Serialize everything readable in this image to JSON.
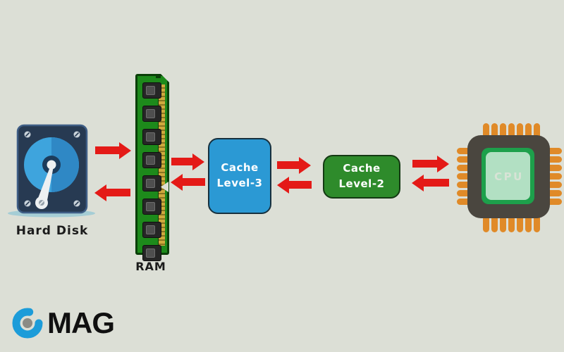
{
  "background": "#dcdfd6",
  "nodes": {
    "hard_disk": {
      "label": "Hard Disk"
    },
    "ram": {
      "label": "RAM"
    },
    "cache_l3": {
      "line1": "Cache",
      "line2": "Level-3",
      "color": "#2b99d4"
    },
    "cache_l2": {
      "line1": "Cache",
      "line2": "Level-2",
      "color": "#2e8b2b"
    },
    "cpu": {
      "label": "CPU"
    }
  },
  "connections": [
    {
      "from": "hard_disk",
      "to": "ram",
      "bidirectional": true
    },
    {
      "from": "ram",
      "to": "cache_l3",
      "bidirectional": true
    },
    {
      "from": "cache_l3",
      "to": "cache_l2",
      "bidirectional": true
    },
    {
      "from": "cache_l2",
      "to": "cpu",
      "bidirectional": true
    }
  ],
  "colors": {
    "arrow": "#e41a17",
    "ram_pcb": "#1d8a1b",
    "cpu_pins": "#e08a28",
    "logo_mark": "#1c9cd9",
    "logo_dot": "#8b8b85"
  },
  "logo": {
    "text": "MAG"
  }
}
